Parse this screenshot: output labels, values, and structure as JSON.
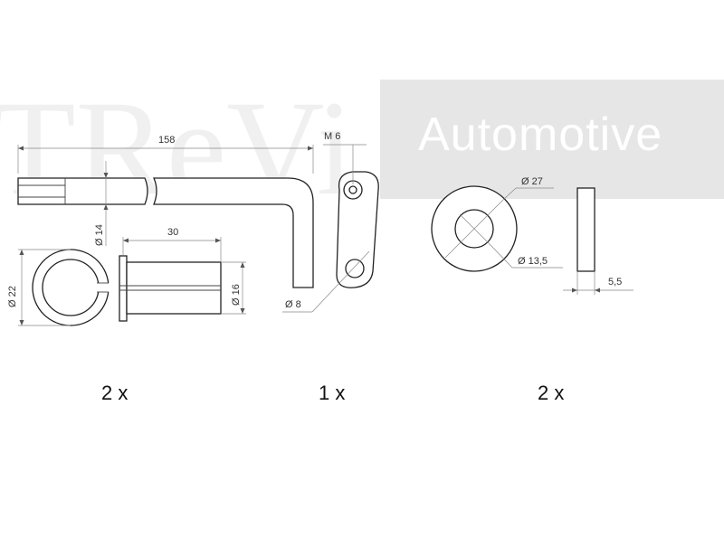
{
  "watermark": {
    "brand": "TReVi",
    "tagline": "Automotive"
  },
  "dimensions": {
    "pin_length": "158",
    "pin_diameter": "Ø 14",
    "thread": "M 6",
    "pin_hole": "Ø 8",
    "bushing_outer": "Ø 22",
    "bushing_length": "30",
    "bushing_inner": "Ø 16",
    "washer_outer": "Ø 27",
    "washer_inner": "Ø 13,5",
    "washer_thickness": "5,5"
  },
  "quantities": {
    "bushings": "2 x",
    "pin": "1 x",
    "washers": "2 x"
  }
}
